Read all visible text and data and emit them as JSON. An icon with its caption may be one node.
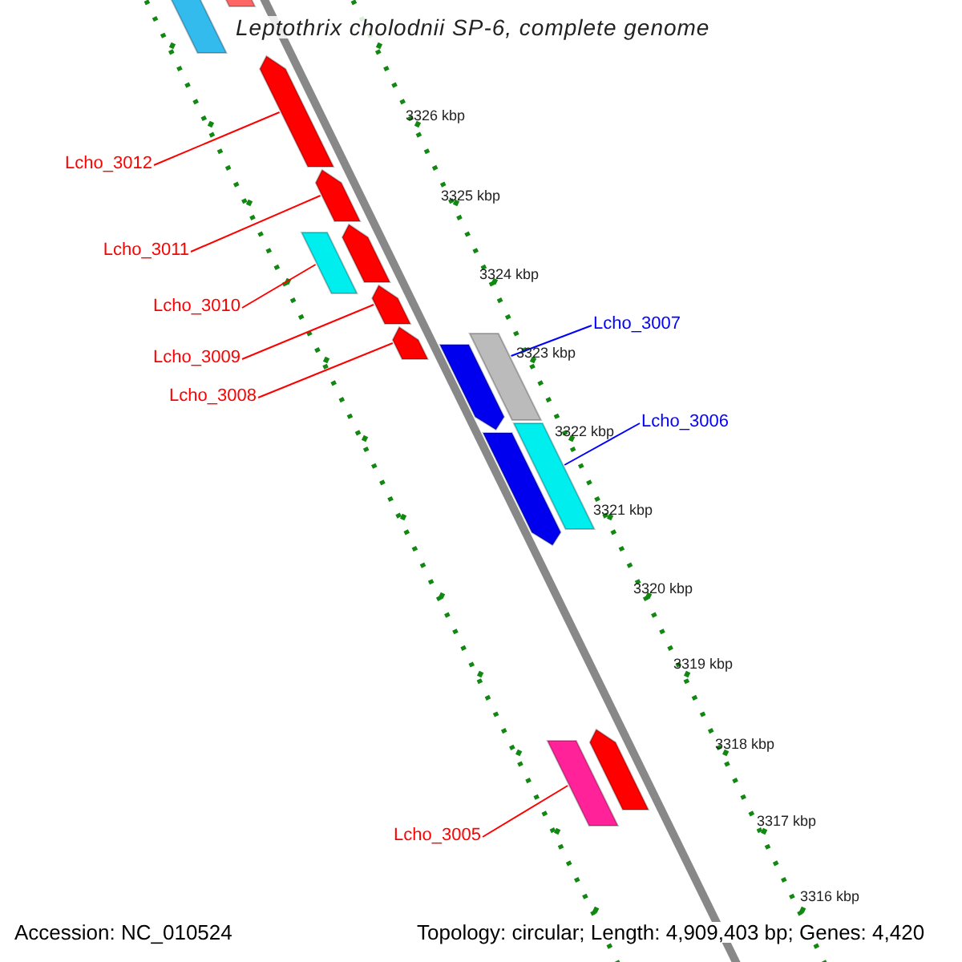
{
  "diagram": {
    "title": "Leptothrix cholodnii SP-6, complete genome",
    "nodes": [
      {
        "text": [
          "Lcho_3012"
        ]
      },
      {
        "text": [
          "Lcho_3011"
        ]
      },
      {
        "text": [
          "Lcho_3010"
        ]
      },
      {
        "text": [
          "Lcho_3009"
        ]
      },
      {
        "text": [
          "Lcho_3008"
        ]
      },
      {
        "text": [
          "Lcho_3007"
        ]
      },
      {
        "text": [
          "Lcho_3006"
        ]
      },
      {
        "text": [
          "Lcho_3005"
        ]
      },
      {
        "text": [],
        "shape": "bar"
      },
      {
        "text": [],
        "shape": "bar"
      },
      {
        "text": [],
        "shape": "bar"
      },
      {
        "text": [],
        "shape": "bar"
      },
      {
        "text": [],
        "shape": "bar"
      },
      {
        "text": [],
        "shape": "bar"
      },
      {
        "text": [],
        "shape": "bar"
      },
      {
        "text": [],
        "shape": "bar"
      },
      {
        "text": [],
        "shape": "bar"
      },
      {
        "text": [],
        "shape": "bar"
      },
      {
        "text": [],
        "shape": "bar"
      },
      {
        "text": [],
        "shape": "bar"
      },
      {
        "text": [],
        "shape": "bar"
      },
      {
        "text": [],
        "shape": "bar"
      }
    ],
    "edges": [
      {
        "from": 0,
        "to": 10,
        "arrow": "none"
      },
      {
        "from": 1,
        "to": 11,
        "arrow": "none"
      },
      {
        "from": 2,
        "to": 13,
        "arrow": "none"
      },
      {
        "from": 3,
        "to": 14,
        "arrow": "none"
      },
      {
        "from": 4,
        "to": 15,
        "arrow": "none"
      },
      {
        "from": 5,
        "to": 16,
        "arrow": "none",
        "color": "#0000ff"
      },
      {
        "from": 6,
        "to": 18,
        "arrow": "none",
        "color": "#0000ff"
      },
      {
        "from": 7,
        "to": 21,
        "arrow": "none"
      }
    ],
    "labels": [
      "3326 kbp",
      "3325 kbp",
      "3324 kbp",
      "3323 kbp",
      "3322 kbp",
      "3321 kbp",
      "3320 kbp",
      "3319 kbp",
      "3318 kbp",
      "3317 kbp",
      "3316 kbp",
      "Accession: NC_010524",
      "Topology: circular; Length: 4,909,403 bp; Genes: 4,420"
    ]
  }
}
